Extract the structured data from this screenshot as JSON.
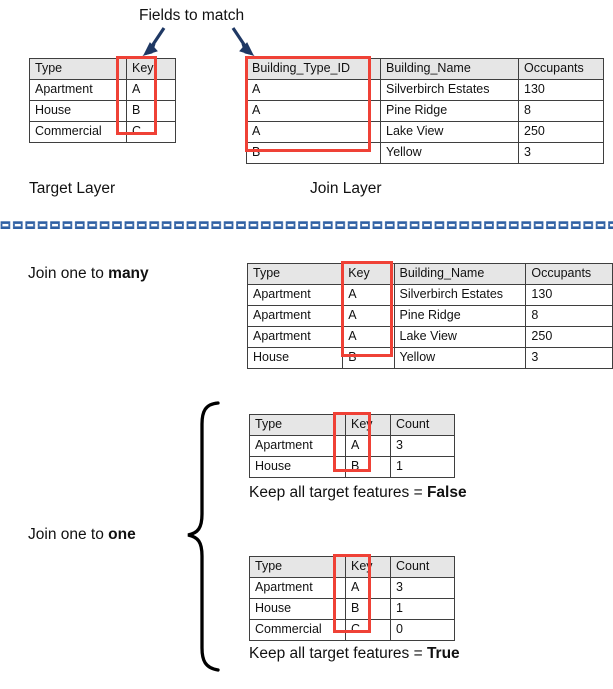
{
  "headings": {
    "fields_to_match": "Fields to match",
    "target_layer": "Target Layer",
    "join_layer": "Join Layer"
  },
  "colors": {
    "highlight": "#ef4136",
    "arrow": "#1f3864",
    "divider": "#2e5fa3",
    "header_fill": "#e6e6e6",
    "grid_line": "#3f3f3f"
  },
  "icons": {
    "arrow_left": "arrow-down-right-icon",
    "arrow_right": "arrow-down-right-icon",
    "brace": "curly-brace-icon",
    "divider": "dashed-divider-icon"
  },
  "target_table": {
    "name": "target-layer-table",
    "columns": [
      "Type",
      "Key"
    ],
    "rows": [
      [
        "Apartment",
        "A"
      ],
      [
        "House",
        "B"
      ],
      [
        "Commercial",
        "C"
      ]
    ]
  },
  "join_table": {
    "name": "join-layer-table",
    "columns": [
      "Building_Type_ID",
      "Building_Name",
      "Occupants"
    ],
    "rows": [
      [
        "A",
        "Silverbirch Estates",
        "130"
      ],
      [
        "A",
        "Pine Ridge",
        "8"
      ],
      [
        "A",
        "Lake View",
        "250"
      ],
      [
        "B",
        "Yellow",
        "3"
      ]
    ]
  },
  "one_to_many": {
    "caption": "Join one to ",
    "caption_bold": "many",
    "columns": [
      "Type",
      "Key",
      "Building_Name",
      "Occupants"
    ],
    "rows": [
      [
        "Apartment",
        "A",
        "Silverbirch Estates",
        "130"
      ],
      [
        "Apartment",
        "A",
        "Pine Ridge",
        "8"
      ],
      [
        "Apartment",
        "A",
        "Lake View",
        "250"
      ],
      [
        "House",
        "B",
        "Yellow",
        "3"
      ]
    ]
  },
  "one_to_one": {
    "caption": "Join one to ",
    "caption_bold": "one",
    "false_case": {
      "columns": [
        "Type",
        "Key",
        "Count"
      ],
      "rows": [
        [
          "Apartment",
          "A",
          "3"
        ],
        [
          "House",
          "B",
          "1"
        ]
      ],
      "note": "Keep all target features = ",
      "note_bold": "False"
    },
    "true_case": {
      "columns": [
        "Type",
        "Key",
        "Count"
      ],
      "rows": [
        [
          "Apartment",
          "A",
          "3"
        ],
        [
          "House",
          "B",
          "1"
        ],
        [
          "Commercial",
          "C",
          "0"
        ]
      ],
      "note": "Keep all target features = ",
      "note_bold": "True"
    }
  }
}
